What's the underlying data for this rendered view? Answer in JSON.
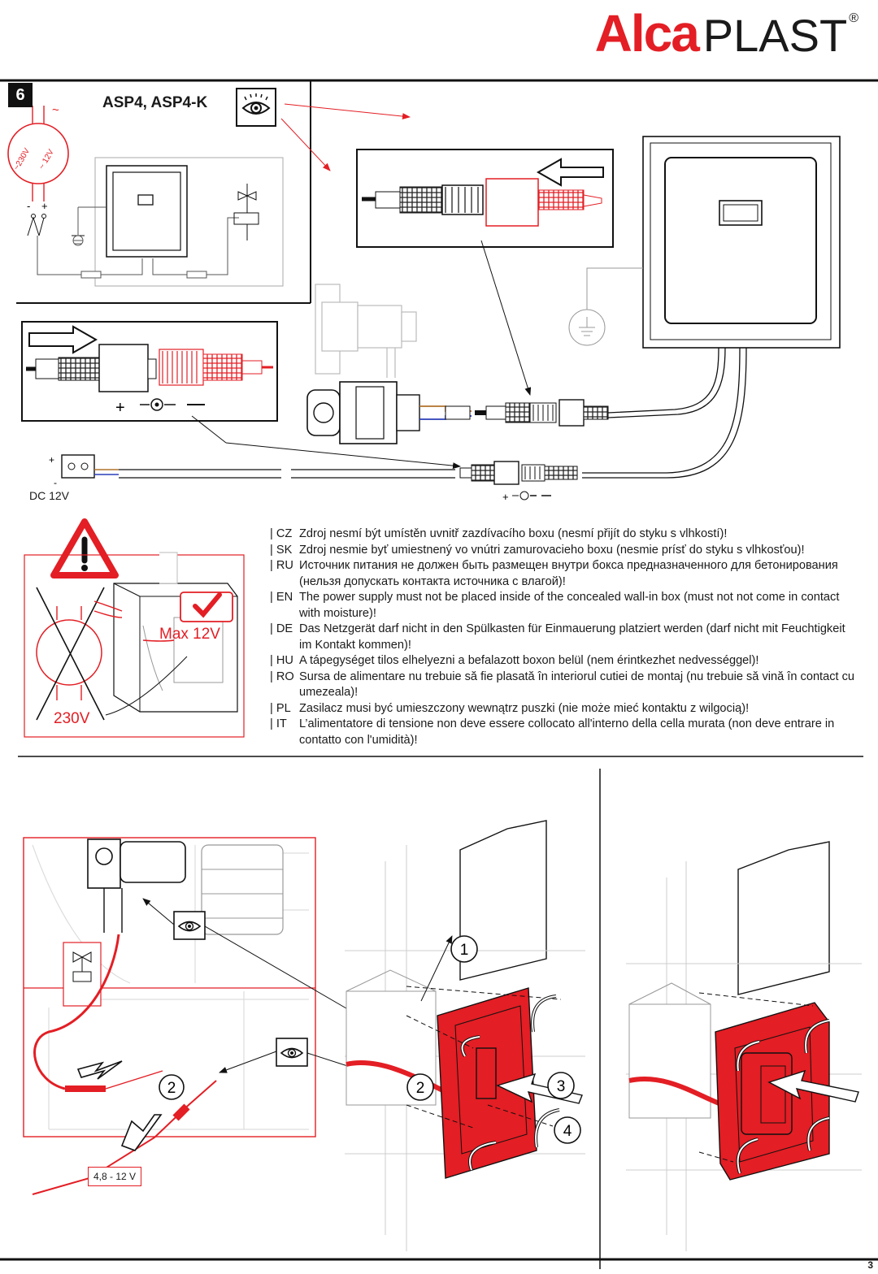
{
  "header": {
    "brand_red": "Alca",
    "brand_black": "PLAST",
    "registered": "®",
    "accent_color": "#e31e24"
  },
  "step": {
    "number": "6",
    "model": "ASP4, ASP4-K"
  },
  "labels": {
    "ac_230": "~230V",
    "ac_12": "~ 12V",
    "ac_tilde": "~",
    "minus": "-",
    "plus": "+",
    "dc": "DC 12V",
    "max": "Max 12V",
    "v230": "230V",
    "voltage_range": "4,8 - 12 V",
    "callout_1": "1",
    "callout_2": "2",
    "callout_3": "3",
    "callout_4": "4"
  },
  "warnings": [
    {
      "code": "| CZ",
      "text": "Zdroj nesmí být umístěn uvnitř zazdívacího boxu (nesmí přijít do styku s vlhkostí)!"
    },
    {
      "code": "| SK",
      "text": "Zdroj nesmie byť umiestnený vo vnútri zamurovacieho boxu (nesmie prísť do styku s vlhkosťou)!"
    },
    {
      "code": "| RU",
      "text": "Источник питания не должен быть размещен внутри бокса предназначенного для бетонирования (нельзя допускать контакта источника с влагой)!"
    },
    {
      "code": "| EN",
      "text": "The power supply must not be placed inside of the concealed wall-in box (must not not come in contact with moisture)!"
    },
    {
      "code": "| DE",
      "text": "Das Netzgerät darf nicht in den Spülkasten für Einmauerung platziert werden (darf nicht mit Feuchtigkeit im Kontakt kommen)!"
    },
    {
      "code": "| HU",
      "text": "A tápegységet tilos  elhelyezni a befalazott boxon belül (nem érintkezhet nedvességgel)!"
    },
    {
      "code": "| RO",
      "text": "Sursa de alimentare nu trebuie să fie plasată în interiorul cutiei de montaj (nu trebuie să  vină în contact cu umezeala)!"
    },
    {
      "code": "| PL",
      "text": "Zasilacz musi być umieszczony wewnątrz puszki  (nie może mieć kontaktu z wilgocią)!"
    },
    {
      "code": "| IT",
      "text": "L’alimentatore di tensione non deve essere collocato all'interno della cella murata (non deve entrare in contatto con l'umidità)!"
    }
  ],
  "page": {
    "number": "3"
  }
}
